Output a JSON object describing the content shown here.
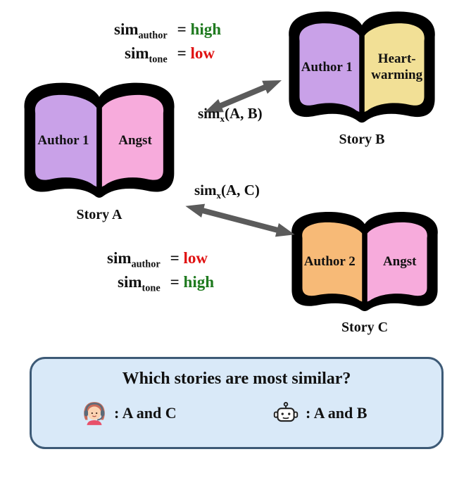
{
  "colors": {
    "green": "#1f7a1f",
    "red": "#e01212",
    "arrow": "#5b5b5b",
    "box-bg": "#d9e9f8",
    "box-border": "#3d5a76",
    "page-purple": "#c9a1e8",
    "page-pink": "#f7abdc",
    "page-yellow": "#f2e096",
    "page-orange": "#f7ba77"
  },
  "sim_top": {
    "sim": "sim",
    "eq": "=",
    "author_sub": "author",
    "tone_sub": "tone",
    "author_value": "high",
    "tone_value": "low"
  },
  "sim_bottom": {
    "sim": "sim",
    "eq": "=",
    "author_sub": "author",
    "tone_sub": "tone",
    "author_value": "low",
    "tone_value": "high"
  },
  "arrow_ab": {
    "sim": "sim",
    "sub": "x",
    "args": "(A, B)"
  },
  "arrow_ac": {
    "sim": "sim",
    "sub": "x",
    "args": "(A, C)"
  },
  "books": {
    "a": {
      "left_page": "Author 1",
      "right_page": "Angst",
      "label": "Story A"
    },
    "b": {
      "left_page": "Author 1",
      "right_page": "Heart-warming",
      "label": "Story B"
    },
    "c": {
      "left_page": "Author 2",
      "right_page": "Angst",
      "label": "Story C"
    }
  },
  "question_box": {
    "title": "Which stories are most similar?",
    "human_answer": ": A and C",
    "robot_answer": ": A and B"
  }
}
